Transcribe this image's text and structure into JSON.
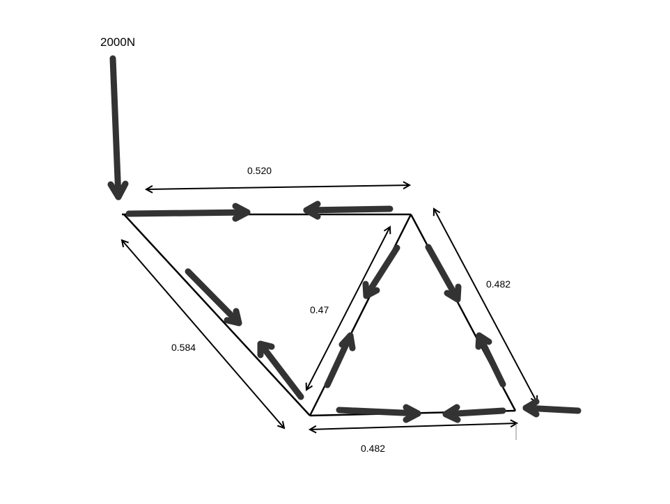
{
  "diagram": {
    "load_label": "2000N",
    "dimensions": {
      "top_member": "0.520",
      "left_diagonal": "0.584",
      "middle_diagonal": "0.47",
      "right_diagonal": "0.482",
      "bottom_member": "0.482"
    },
    "colors": {
      "member": "#000000",
      "force_arrow": "#333333",
      "dimension": "#000000",
      "background": "#ffffff"
    }
  }
}
